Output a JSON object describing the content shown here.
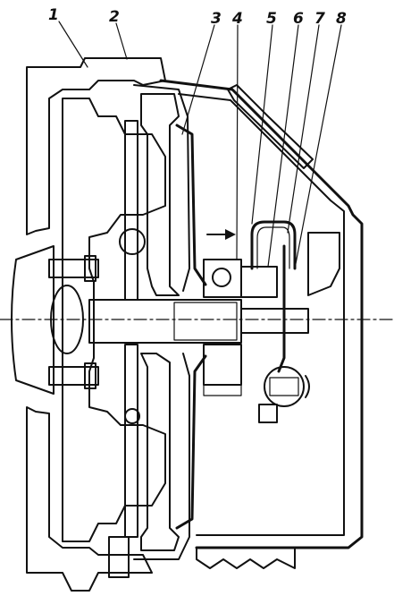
{
  "diagram": {
    "callouts": [
      "1",
      "2",
      "3",
      "4",
      "5",
      "6",
      "7",
      "8"
    ],
    "colors": {
      "ink": "#111111",
      "background": "#ffffff",
      "hatch": "#222222",
      "shade": "#d9d9d9"
    }
  }
}
